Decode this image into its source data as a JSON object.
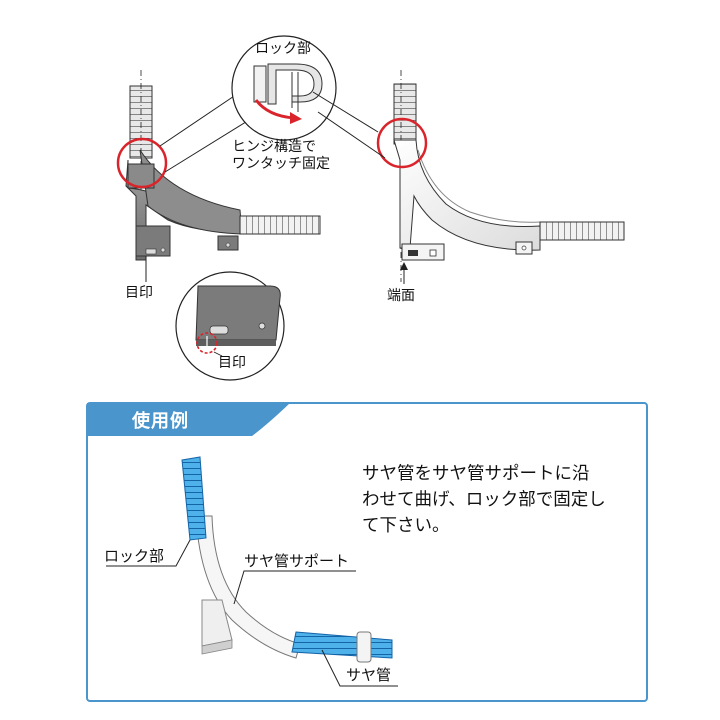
{
  "top_left": {
    "lock_label": "ロック部",
    "hinge_caption": "ヒンジ構造で\nワンタッチ固定",
    "mark_label_main": "目印",
    "mark_label_zoom": "目印"
  },
  "top_right": {
    "end_face_label": "端面"
  },
  "usage": {
    "tab_title": "使用例",
    "instruction": "サヤ管をサヤ管サポートに沿\nわせて曲げ、ロック部で固定し\nて下さい。",
    "lock_label": "ロック部",
    "support_label": "サヤ管サポート",
    "sheath_label": "サヤ管"
  },
  "colors": {
    "panel_border": "#4a95cc",
    "tab_fill": "#4a95cc",
    "callout_red": "#d9242b",
    "support_gray": "#8a8a8a",
    "sheath_blue": "#1d8fd6"
  }
}
